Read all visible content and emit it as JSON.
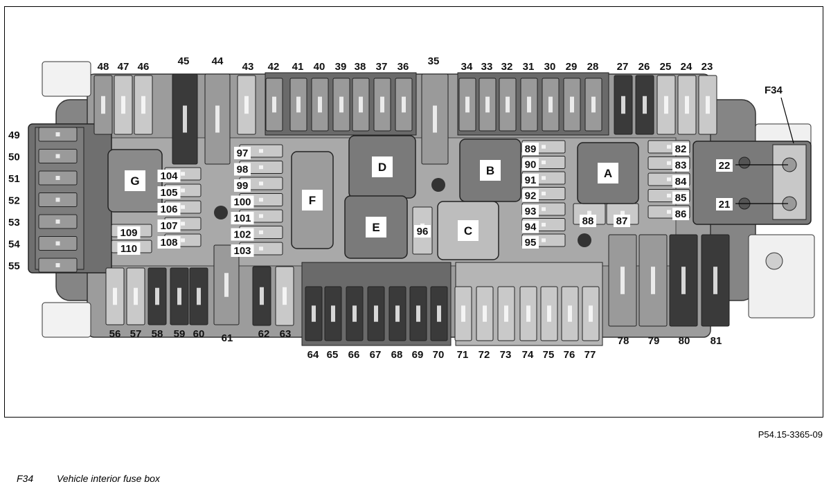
{
  "figure": {
    "reference": "P54.15-3365-09",
    "caption_code": "F34",
    "caption_text": "Vehicle interior fuse box",
    "f34_label": "F34"
  },
  "fuses": {
    "top_left": [
      "48",
      "47",
      "46"
    ],
    "large_45": "45",
    "large_44": "44",
    "f43": "43",
    "top_row_a": [
      "42",
      "41",
      "40",
      "39",
      "38",
      "37",
      "36"
    ],
    "large_35": "35",
    "top_row_b": [
      "34",
      "33",
      "32",
      "31",
      "30",
      "29",
      "28"
    ],
    "top_right": [
      "27",
      "26",
      "25",
      "24",
      "23"
    ],
    "left_col": [
      "49",
      "50",
      "51",
      "52",
      "53",
      "54",
      "55"
    ],
    "g_col": [
      "104",
      "105",
      "106",
      "107",
      "108"
    ],
    "g_pair": [
      "109",
      "110"
    ],
    "mid_col": [
      "97",
      "98",
      "99",
      "100",
      "101",
      "102",
      "103"
    ],
    "b_col": [
      "89",
      "90",
      "91",
      "92",
      "93",
      "94",
      "95"
    ],
    "f96": "96",
    "a_col": [
      "82",
      "83",
      "84",
      "85",
      "86"
    ],
    "small_ab": [
      "88",
      "87"
    ],
    "studs": [
      "22",
      "21"
    ],
    "bottom_left": [
      "56",
      "57",
      "58",
      "59",
      "60"
    ],
    "f61": "61",
    "bottom_pair": [
      "62",
      "63"
    ],
    "bottom_row_a": [
      "64",
      "65",
      "66",
      "67",
      "68",
      "69",
      "70"
    ],
    "bottom_row_b": [
      "71",
      "72",
      "73",
      "74",
      "75",
      "76",
      "77"
    ],
    "maxi": [
      "78",
      "79",
      "80",
      "81"
    ]
  },
  "relays": [
    "G",
    "F",
    "D",
    "E",
    "B",
    "C",
    "A"
  ],
  "colors": {
    "housing": "#8e8e8e",
    "housing_dark": "#5c5c5c",
    "fuse_dark": "#3a3a3a",
    "fuse_mid": "#9a9a9a",
    "fuse_light": "#c9c9c9",
    "label_bg": "#ffffff"
  }
}
